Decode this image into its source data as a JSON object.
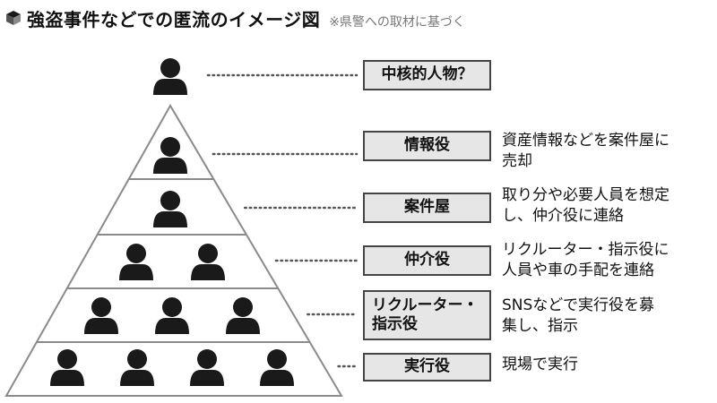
{
  "header": {
    "title": "強盗事件などでの匿流のイメージ図",
    "note": "※県警への取材に基づく"
  },
  "levels": [
    {
      "role": "中核的人物？",
      "description": "",
      "people": 1
    },
    {
      "role": "情報役",
      "description": "資産情報などを案件屋に\n売却",
      "people": 1
    },
    {
      "role": "案件屋",
      "description": "取り分や必要人員を想定\nし、仲介役に連絡",
      "people": 1
    },
    {
      "role": "仲介役",
      "description": "リクルーター・指示役に\n人員や車の手配を連絡",
      "people": 2
    },
    {
      "role": "リクルーター・\n指示役",
      "description": "SNSなどで実行役を募\n集し、指示",
      "people": 3
    },
    {
      "role": "実行役",
      "description": "現場で実行",
      "people": 4
    }
  ],
  "colors": {
    "person": "#1a1a1a",
    "pyramid_line": "#8a8a8a",
    "box_fill": "#e6e6e6",
    "box_border": "#444444",
    "dots": "#555555"
  }
}
